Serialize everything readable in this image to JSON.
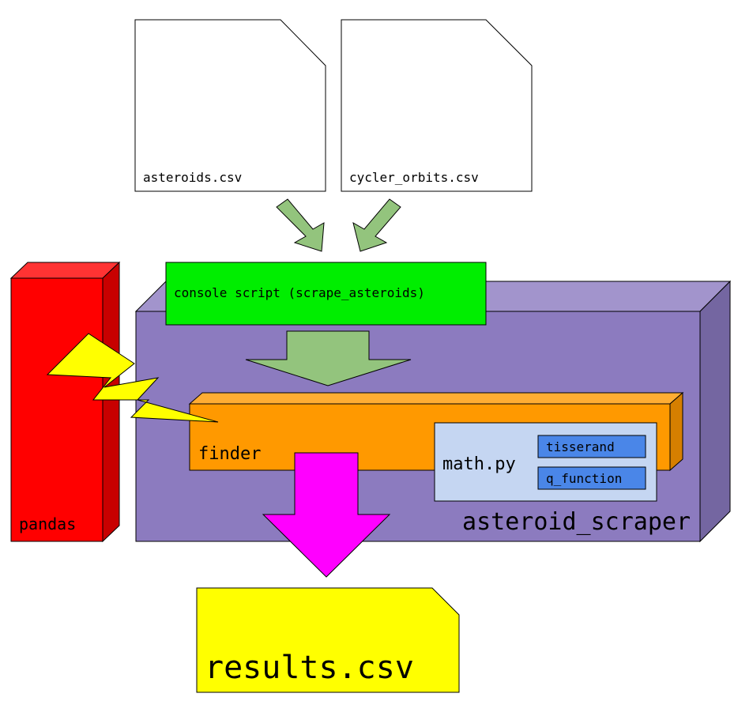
{
  "files": {
    "asteroids": {
      "label": "asteroids.csv"
    },
    "cycler_orbits": {
      "label": "cycler_orbits.csv"
    },
    "results": {
      "label": "results.csv"
    }
  },
  "components": {
    "pandas": {
      "label": "pandas"
    },
    "asteroid_scraper": {
      "label": "asteroid_scraper"
    },
    "console_script": {
      "label": "console script (scrape_asteroids)"
    },
    "finder": {
      "label": "finder"
    },
    "math_py": {
      "label": "math.py",
      "functions": [
        "tisserand",
        "q_function"
      ]
    }
  },
  "colors": {
    "pandas_front": "#ff0000",
    "pandas_top": "#ff3333",
    "pandas_side": "#c80000",
    "scraper_front": "#8c7bbf",
    "scraper_top": "#a294cc",
    "scraper_side": "#7466a1",
    "console_script": "#00ee00",
    "finder_front": "#ff9900",
    "finder_top": "#ffad33",
    "finder_side": "#d67f00",
    "math_py": "#c5d6f2",
    "function_box": "#4a86e8",
    "results": "#ffff00",
    "lightning": "#ffff00",
    "input_arrow": "#93c47d",
    "output_arrow": "#ff00ff"
  }
}
